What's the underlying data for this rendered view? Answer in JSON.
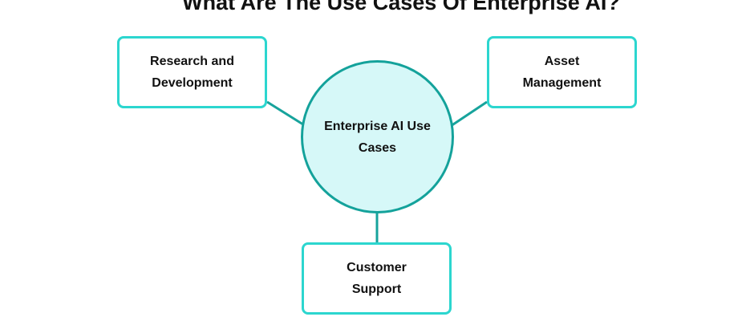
{
  "title": "What Are The Use Cases Of Enterprise AI?",
  "hub": {
    "label": "Enterprise AI Use\nCases"
  },
  "nodes": [
    {
      "id": "research",
      "label": "Research and\nDevelopment"
    },
    {
      "id": "asset",
      "label": "Asset\nManagement"
    },
    {
      "id": "support",
      "label": "Customer\nSupport"
    }
  ],
  "colors": {
    "hub_fill": "#d6f8f8",
    "hub_border": "#14a29b",
    "node_border": "#2cd6cf",
    "connector": "#17a39c",
    "text": "#111111"
  }
}
